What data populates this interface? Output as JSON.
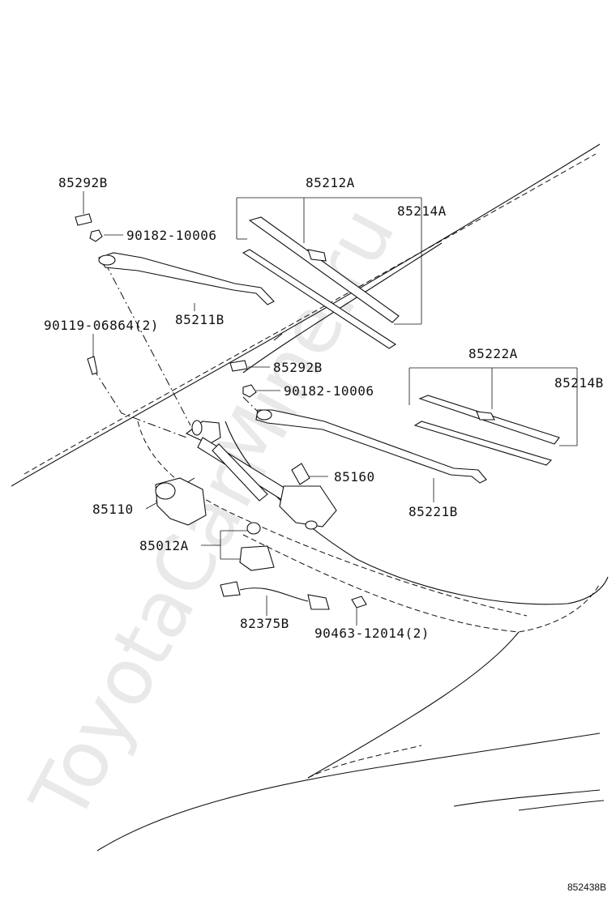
{
  "watermark": "ToyotaCarMine.ru",
  "reference_code": "852438B",
  "part_labels": {
    "p85292b_top": "85292B",
    "p90182_top": "90182-10006",
    "p85212a": "85212A",
    "p85214a": "85214A",
    "p85211b": "85211B",
    "p90119": "90119-06864(2)",
    "p85292b_mid": "85292B",
    "p90182_mid": "90182-10006",
    "p85222a": "85222A",
    "p85214b": "85214B",
    "p85160": "85160",
    "p85110": "85110",
    "p85221b": "85221B",
    "p85012a": "85012A",
    "p82375b": "82375B",
    "p90463": "90463-12014(2)"
  }
}
